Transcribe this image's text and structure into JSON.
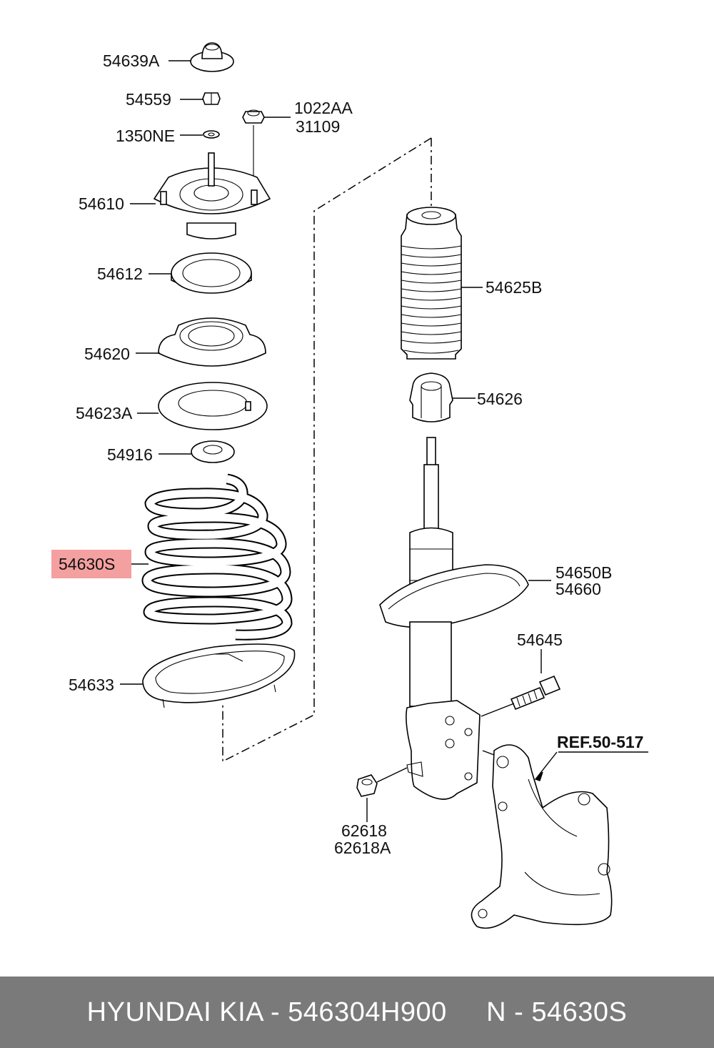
{
  "diagram": {
    "labels": {
      "l54639a": "54639A",
      "l54559": "54559",
      "l1022aa": "1022AA",
      "l31109": "31109",
      "l1350ne": "1350NE",
      "l54610": "54610",
      "l54612": "54612",
      "l54620": "54620",
      "l54623a": "54623A",
      "l54916": "54916",
      "l54630s": "54630S",
      "l54633": "54633",
      "l54625b": "54625B",
      "l54626": "54626",
      "l54650b": "54650B",
      "l54660": "54660",
      "l54645": "54645",
      "lref": "REF.50-517",
      "l62618": "62618",
      "l62618a": "62618A"
    },
    "highlight_color": "#f4a0a0"
  },
  "footer": {
    "brand": "HYUNDAI KIA - 546304H900",
    "ref": "N - 54630S"
  }
}
